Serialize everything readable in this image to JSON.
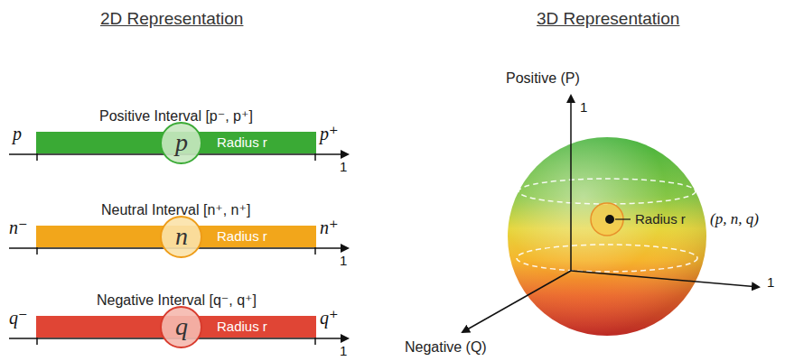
{
  "diagram": {
    "nodes": [
      {
        "text": [
          "Positive Interval [p⁻, p⁺]",
          "Radius r"
        ]
      },
      {
        "text": [
          "p"
        ],
        "in": 0
      },
      {
        "text": [
          "Neutral Interval [n⁺, n⁺]",
          "Radius r"
        ]
      },
      {
        "text": [
          "n"
        ],
        "in": 2
      },
      {
        "text": [
          "Negative Interval [q⁻, q⁺]",
          "Radius r"
        ]
      },
      {
        "text": [
          "q"
        ],
        "in": 4
      }
    ],
    "labels": [
      "2D Representation",
      "3D Representation",
      "p",
      "p⁺",
      "1",
      "n⁻",
      "n⁺",
      "1",
      "q⁻",
      "q⁺",
      "1",
      "Positive (P)",
      "1",
      "1",
      "Negative (Q)",
      "Radius r",
      "(p, n, q)"
    ]
  }
}
